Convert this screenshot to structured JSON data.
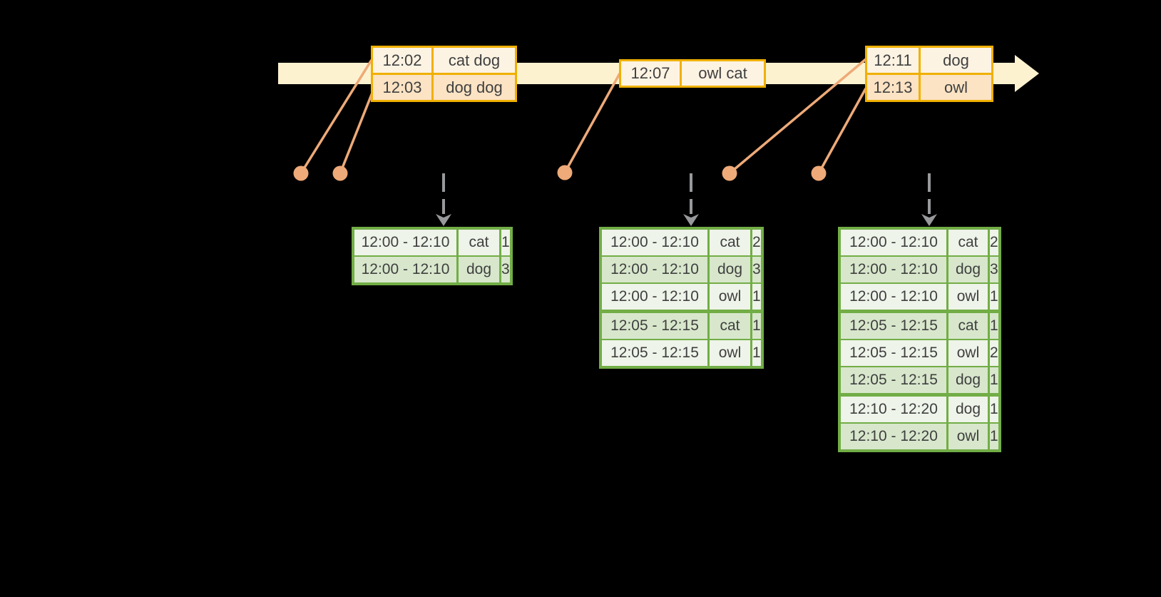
{
  "palette": {
    "background": "#000000",
    "timeline_fill": "#fdf2d0",
    "event_table_border": "#f0b000",
    "event_row_dark": "#fbe3c4",
    "event_row_light": "#fdf3e3",
    "connector_orange": "#eeaa78",
    "result_table_border": "#72ad46",
    "result_row_dark": "#d8e7cc",
    "result_row_light": "#eef4e9",
    "trigger_arrow_gray": "#97999b",
    "text": "#3f3f3f"
  },
  "event_tables": [
    {
      "rows": [
        {
          "time": "12:02",
          "words": "cat dog"
        },
        {
          "time": "12:03",
          "words": "dog dog"
        }
      ]
    },
    {
      "rows": [
        {
          "time": "12:07",
          "words": "owl cat"
        }
      ]
    },
    {
      "rows": [
        {
          "time": "12:11",
          "words": "dog"
        },
        {
          "time": "12:13",
          "words": "owl"
        }
      ]
    }
  ],
  "result_tables": [
    {
      "rows": [
        {
          "window": "12:00 - 12:10",
          "word": "cat",
          "count": "1"
        },
        {
          "window": "12:00 - 12:10",
          "word": "dog",
          "count": "3"
        }
      ]
    },
    {
      "rows": [
        {
          "window": "12:00 - 12:10",
          "word": "cat",
          "count": "2"
        },
        {
          "window": "12:00 - 12:10",
          "word": "dog",
          "count": "3"
        },
        {
          "window": "12:00 - 12:10",
          "word": "owl",
          "count": "1"
        },
        {
          "window": "12:05 - 12:15",
          "word": "cat",
          "count": "1"
        },
        {
          "window": "12:05 - 12:15",
          "word": "owl",
          "count": "1"
        }
      ]
    },
    {
      "rows": [
        {
          "window": "12:00 - 12:10",
          "word": "cat",
          "count": "2"
        },
        {
          "window": "12:00 - 12:10",
          "word": "dog",
          "count": "3"
        },
        {
          "window": "12:00 - 12:10",
          "word": "owl",
          "count": "1"
        },
        {
          "window": "12:05 - 12:15",
          "word": "cat",
          "count": "1"
        },
        {
          "window": "12:05 - 12:15",
          "word": "owl",
          "count": "2"
        },
        {
          "window": "12:05 - 12:15",
          "word": "dog",
          "count": "1"
        },
        {
          "window": "12:10 - 12:20",
          "word": "dog",
          "count": "1"
        },
        {
          "window": "12:10 - 12:20",
          "word": "owl",
          "count": "1"
        }
      ]
    }
  ]
}
